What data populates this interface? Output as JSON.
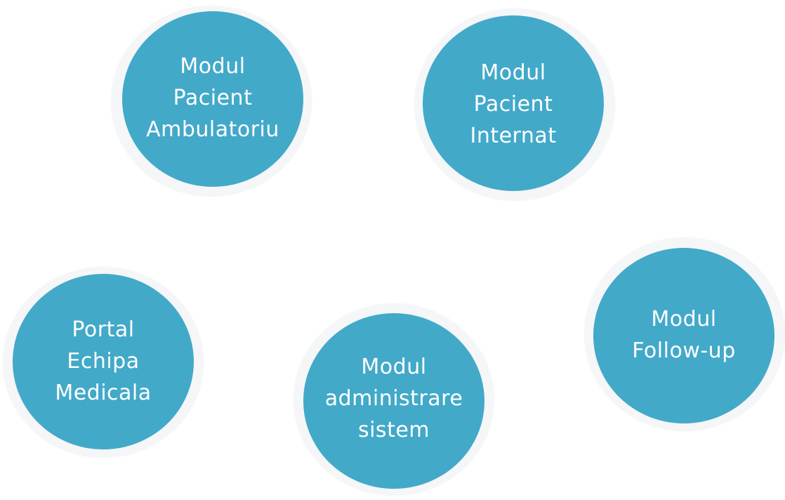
{
  "diagram": {
    "accent_color": "#42a9c9",
    "text_color": "#ffffff",
    "nodes": [
      {
        "lines": [
          "Modul",
          "Pacient",
          "Ambulatoriu"
        ]
      },
      {
        "lines": [
          "Modul",
          "Pacient",
          "Internat"
        ]
      },
      {
        "lines": [
          "Portal",
          "Echipa",
          "Medicala"
        ]
      },
      {
        "lines": [
          "Modul",
          "administrare",
          "sistem"
        ]
      },
      {
        "lines": [
          "Modul",
          "Follow-up"
        ]
      }
    ]
  }
}
